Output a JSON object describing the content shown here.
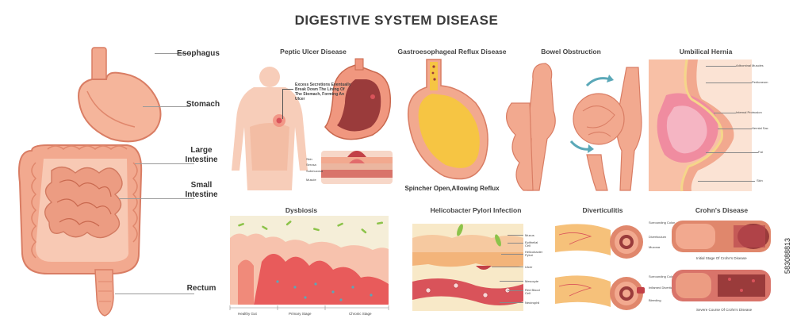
{
  "title": "DIGESTIVE SYSTEM DISEASE",
  "anatomy": {
    "labels": [
      "Esophagus",
      "Stomach",
      "Large Intestine",
      "Small Intestine",
      "Rectum"
    ]
  },
  "panels": {
    "peptic_ulcer": {
      "title": "Peptic Ulcer Disease",
      "note": "Excess Secretions Eventually Break Down The Lining Of The Stomach, Forming An Ulcer",
      "layer_labels": [
        "Skin",
        "Serosa",
        "Submucosa",
        "Muscle"
      ]
    },
    "gerd": {
      "title": "Gastroesophageal Reflux Disease",
      "caption": "Spincher Open,Allowing Reflux"
    },
    "bowel_obstruction": {
      "title": "Bowel Obstruction"
    },
    "umbilical_hernia": {
      "title": "Umbilical Hernia",
      "labels": [
        "Adbominal Muscles",
        "Peritoneum",
        "Internal Protrusion",
        "Hernial Sac",
        "Fat",
        "Skin"
      ]
    },
    "dysbiosis": {
      "title": "Dysbiosis",
      "stages": [
        "Healthy Gut",
        "Primary Stage",
        "Chronic Stage"
      ]
    },
    "h_pylori": {
      "title": "Helicobacter Pylori Infection",
      "labels": [
        "Mucus",
        "Epithelial Cell",
        "Helicobacter Pylori",
        "Ulcer",
        "Mesocyte",
        "Red Blood Cell",
        "Neutrophil"
      ]
    },
    "diverticulitis": {
      "title": "Diverticulitis",
      "labels_top": [
        "Surrounding Colon",
        "Diverticulum",
        "Mucosa"
      ],
      "labels_bottom": [
        "Surrounding Colon",
        "Inflamed Diverticulum",
        "Bleeding"
      ]
    },
    "crohns": {
      "title": "Crohn's Disease",
      "caption_top": "Initial Stage Of Crohn's Disease",
      "caption_bottom": "Severe Course Of Crohn's Disease"
    }
  },
  "watermark": "583088813",
  "colors": {
    "organ": "#f2a98f",
    "organ_dark": "#e0876c",
    "organ_light": "#f8c9b4",
    "inflamed": "#d9535a",
    "yellow": "#f6c543",
    "body": "#f7cdb9"
  }
}
